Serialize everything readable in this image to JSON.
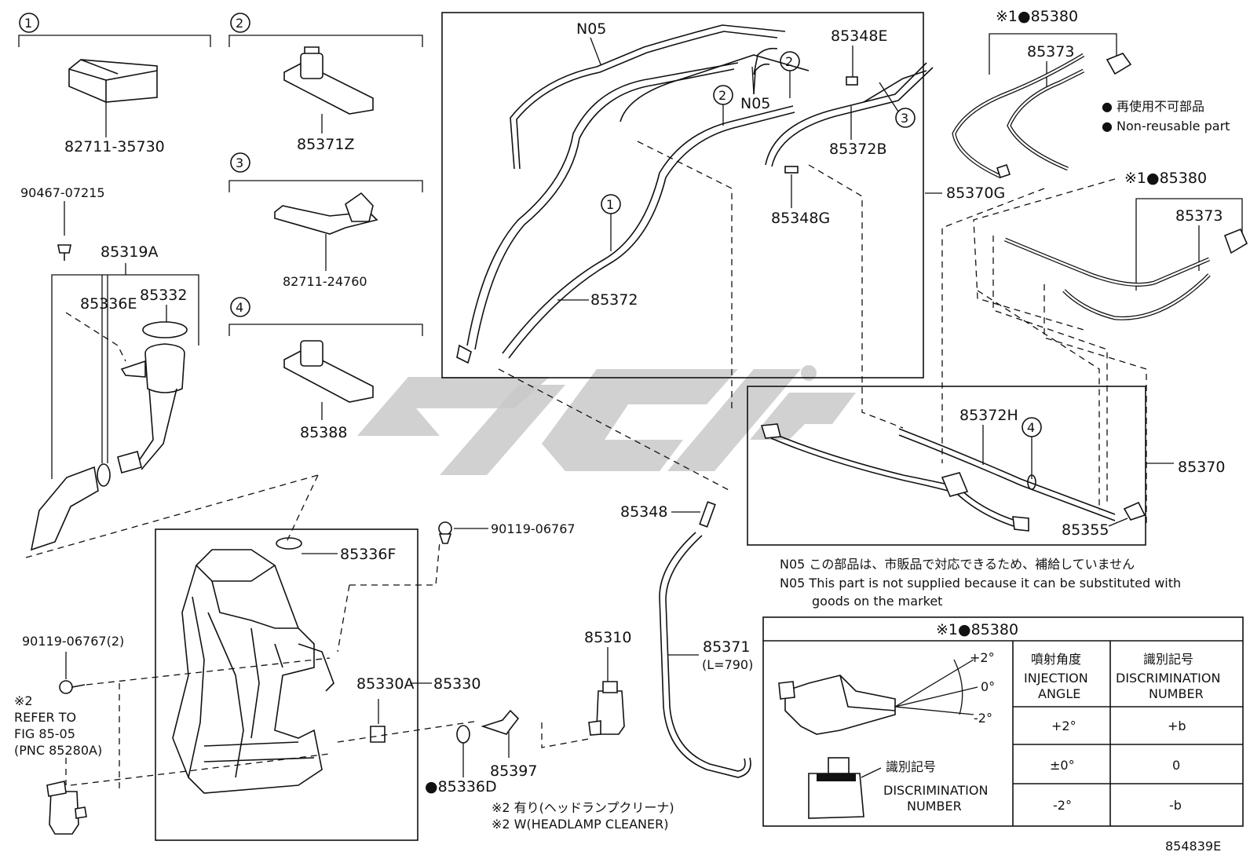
{
  "callouts": {
    "c1": "1",
    "c2": "2",
    "c3": "3",
    "c4": "4"
  },
  "parts": {
    "p82711_35730": "82711-35730",
    "p85371z": "85371Z",
    "p82711_24760": "82711-24760",
    "p85388": "85388",
    "p90467_07215": "90467-07215",
    "p85319a": "85319A",
    "p85336e": "85336E",
    "p85332": "85332",
    "n05_a": "N05",
    "n05_b": "N05",
    "p85348e": "85348E",
    "p85372b": "85372B",
    "p85348g": "85348G",
    "p85372": "85372",
    "p85370g": "85370G",
    "p85380_a": "※1●85380",
    "p85373_a": "85373",
    "p85380_b": "※1●85380",
    "p85373_b": "85373",
    "p85372h": "85372H",
    "p85370": "85370",
    "p85355": "85355",
    "p85348": "85348",
    "p90119_06767": "90119-06767",
    "p85336f": "85336F",
    "p90119_06767_2": "90119-06767(2)",
    "p85330a": "85330A",
    "p85330": "85330",
    "p85336d": "●85336D",
    "p85397": "85397",
    "p85310": "85310",
    "p85371": "85371",
    "p85371_len": "(L=790)"
  },
  "legend": {
    "jp": "● 再使用不可部品",
    "en": "● Non-reusable part"
  },
  "refer": {
    "line1": "※2",
    "line2": "REFER TO",
    "line3": "FIG 85-05",
    "line4": "(PNC 85280A)"
  },
  "n05_note": {
    "jp": "N05 この部品は、市販品で対応できるため、補給していません",
    "en1": "N05 This part is not supplied because it can be substituted with",
    "en2": "goods on the market"
  },
  "footnote": {
    "jp": "※2 有り(ヘッドランプクリーナ)",
    "en": "※2 W(HEADLAMP CLEANER)"
  },
  "table": {
    "title": "※1●85380",
    "col1_jp": "噴射角度",
    "col1_en1": "INJECTION",
    "col1_en2": "ANGLE",
    "col2_jp": "識別記号",
    "col2_en1": "DISCRIMINATION",
    "col2_en2": "NUMBER",
    "rows": [
      {
        "angle": "+2°",
        "mark": "+b"
      },
      {
        "angle": "±0°",
        "mark": "0"
      },
      {
        "angle": "-2°",
        "mark": "-b"
      }
    ],
    "fig_plus": "+2°",
    "fig_zero": "0°",
    "fig_minus": "-2°",
    "fig_mark_jp": "識別記号",
    "fig_mark_en1": "DISCRIMINATION",
    "fig_mark_en2": "NUMBER"
  },
  "figure_id": "854839E"
}
